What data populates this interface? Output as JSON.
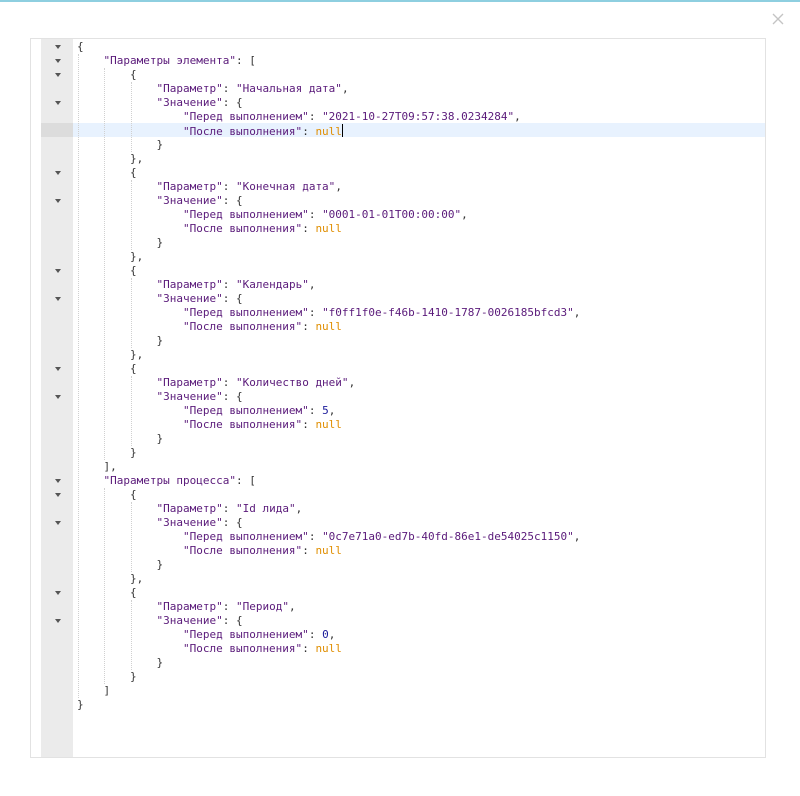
{
  "dialog": {
    "close_icon": "close-icon"
  },
  "editor": {
    "cursor_line": 7,
    "lines": [
      [
        {
          "t": "p",
          "v": "{"
        }
      ],
      [
        {
          "t": "p",
          "v": "    "
        },
        {
          "t": "s",
          "v": "\"Параметры элемента\""
        },
        {
          "t": "p",
          "v": ": ["
        }
      ],
      [
        {
          "t": "p",
          "v": "        {"
        }
      ],
      [
        {
          "t": "p",
          "v": "            "
        },
        {
          "t": "s",
          "v": "\"Параметр\""
        },
        {
          "t": "p",
          "v": ": "
        },
        {
          "t": "s",
          "v": "\"Начальная дата\""
        },
        {
          "t": "p",
          "v": ","
        }
      ],
      [
        {
          "t": "p",
          "v": "            "
        },
        {
          "t": "s",
          "v": "\"Значение\""
        },
        {
          "t": "p",
          "v": ": {"
        }
      ],
      [
        {
          "t": "p",
          "v": "                "
        },
        {
          "t": "s",
          "v": "\"Перед выполнением\""
        },
        {
          "t": "p",
          "v": ": "
        },
        {
          "t": "s",
          "v": "\"2021-10-27T09:57:38.0234284\""
        },
        {
          "t": "p",
          "v": ","
        }
      ],
      [
        {
          "t": "p",
          "v": "                "
        },
        {
          "t": "s",
          "v": "\"После выполнения\""
        },
        {
          "t": "p",
          "v": ": "
        },
        {
          "t": "k",
          "v": "null"
        }
      ],
      [
        {
          "t": "p",
          "v": "            }"
        }
      ],
      [
        {
          "t": "p",
          "v": "        },"
        }
      ],
      [
        {
          "t": "p",
          "v": "        {"
        }
      ],
      [
        {
          "t": "p",
          "v": "            "
        },
        {
          "t": "s",
          "v": "\"Параметр\""
        },
        {
          "t": "p",
          "v": ": "
        },
        {
          "t": "s",
          "v": "\"Конечная дата\""
        },
        {
          "t": "p",
          "v": ","
        }
      ],
      [
        {
          "t": "p",
          "v": "            "
        },
        {
          "t": "s",
          "v": "\"Значение\""
        },
        {
          "t": "p",
          "v": ": {"
        }
      ],
      [
        {
          "t": "p",
          "v": "                "
        },
        {
          "t": "s",
          "v": "\"Перед выполнением\""
        },
        {
          "t": "p",
          "v": ": "
        },
        {
          "t": "s",
          "v": "\"0001-01-01T00:00:00\""
        },
        {
          "t": "p",
          "v": ","
        }
      ],
      [
        {
          "t": "p",
          "v": "                "
        },
        {
          "t": "s",
          "v": "\"После выполнения\""
        },
        {
          "t": "p",
          "v": ": "
        },
        {
          "t": "k",
          "v": "null"
        }
      ],
      [
        {
          "t": "p",
          "v": "            }"
        }
      ],
      [
        {
          "t": "p",
          "v": "        },"
        }
      ],
      [
        {
          "t": "p",
          "v": "        {"
        }
      ],
      [
        {
          "t": "p",
          "v": "            "
        },
        {
          "t": "s",
          "v": "\"Параметр\""
        },
        {
          "t": "p",
          "v": ": "
        },
        {
          "t": "s",
          "v": "\"Календарь\""
        },
        {
          "t": "p",
          "v": ","
        }
      ],
      [
        {
          "t": "p",
          "v": "            "
        },
        {
          "t": "s",
          "v": "\"Значение\""
        },
        {
          "t": "p",
          "v": ": {"
        }
      ],
      [
        {
          "t": "p",
          "v": "                "
        },
        {
          "t": "s",
          "v": "\"Перед выполнением\""
        },
        {
          "t": "p",
          "v": ": "
        },
        {
          "t": "s",
          "v": "\"f0ff1f0e-f46b-1410-1787-0026185bfcd3\""
        },
        {
          "t": "p",
          "v": ","
        }
      ],
      [
        {
          "t": "p",
          "v": "                "
        },
        {
          "t": "s",
          "v": "\"После выполнения\""
        },
        {
          "t": "p",
          "v": ": "
        },
        {
          "t": "k",
          "v": "null"
        }
      ],
      [
        {
          "t": "p",
          "v": "            }"
        }
      ],
      [
        {
          "t": "p",
          "v": "        },"
        }
      ],
      [
        {
          "t": "p",
          "v": "        {"
        }
      ],
      [
        {
          "t": "p",
          "v": "            "
        },
        {
          "t": "s",
          "v": "\"Параметр\""
        },
        {
          "t": "p",
          "v": ": "
        },
        {
          "t": "s",
          "v": "\"Количество дней\""
        },
        {
          "t": "p",
          "v": ","
        }
      ],
      [
        {
          "t": "p",
          "v": "            "
        },
        {
          "t": "s",
          "v": "\"Значение\""
        },
        {
          "t": "p",
          "v": ": {"
        }
      ],
      [
        {
          "t": "p",
          "v": "                "
        },
        {
          "t": "s",
          "v": "\"Перед выполнением\""
        },
        {
          "t": "p",
          "v": ": "
        },
        {
          "t": "n",
          "v": "5"
        },
        {
          "t": "p",
          "v": ","
        }
      ],
      [
        {
          "t": "p",
          "v": "                "
        },
        {
          "t": "s",
          "v": "\"После выполнения\""
        },
        {
          "t": "p",
          "v": ": "
        },
        {
          "t": "k",
          "v": "null"
        }
      ],
      [
        {
          "t": "p",
          "v": "            }"
        }
      ],
      [
        {
          "t": "p",
          "v": "        }"
        }
      ],
      [
        {
          "t": "p",
          "v": "    ],"
        }
      ],
      [
        {
          "t": "p",
          "v": "    "
        },
        {
          "t": "s",
          "v": "\"Параметры процесса\""
        },
        {
          "t": "p",
          "v": ": ["
        }
      ],
      [
        {
          "t": "p",
          "v": "        {"
        }
      ],
      [
        {
          "t": "p",
          "v": "            "
        },
        {
          "t": "s",
          "v": "\"Параметр\""
        },
        {
          "t": "p",
          "v": ": "
        },
        {
          "t": "s",
          "v": "\"Id лида\""
        },
        {
          "t": "p",
          "v": ","
        }
      ],
      [
        {
          "t": "p",
          "v": "            "
        },
        {
          "t": "s",
          "v": "\"Значение\""
        },
        {
          "t": "p",
          "v": ": {"
        }
      ],
      [
        {
          "t": "p",
          "v": "                "
        },
        {
          "t": "s",
          "v": "\"Перед выполнением\""
        },
        {
          "t": "p",
          "v": ": "
        },
        {
          "t": "s",
          "v": "\"0c7e71a0-ed7b-40fd-86e1-de54025c1150\""
        },
        {
          "t": "p",
          "v": ","
        }
      ],
      [
        {
          "t": "p",
          "v": "                "
        },
        {
          "t": "s",
          "v": "\"После выполнения\""
        },
        {
          "t": "p",
          "v": ": "
        },
        {
          "t": "k",
          "v": "null"
        }
      ],
      [
        {
          "t": "p",
          "v": "            }"
        }
      ],
      [
        {
          "t": "p",
          "v": "        },"
        }
      ],
      [
        {
          "t": "p",
          "v": "        {"
        }
      ],
      [
        {
          "t": "p",
          "v": "            "
        },
        {
          "t": "s",
          "v": "\"Параметр\""
        },
        {
          "t": "p",
          "v": ": "
        },
        {
          "t": "s",
          "v": "\"Период\""
        },
        {
          "t": "p",
          "v": ","
        }
      ],
      [
        {
          "t": "p",
          "v": "            "
        },
        {
          "t": "s",
          "v": "\"Значение\""
        },
        {
          "t": "p",
          "v": ": {"
        }
      ],
      [
        {
          "t": "p",
          "v": "                "
        },
        {
          "t": "s",
          "v": "\"Перед выполнением\""
        },
        {
          "t": "p",
          "v": ": "
        },
        {
          "t": "n",
          "v": "0"
        },
        {
          "t": "p",
          "v": ","
        }
      ],
      [
        {
          "t": "p",
          "v": "                "
        },
        {
          "t": "s",
          "v": "\"После выполнения\""
        },
        {
          "t": "p",
          "v": ": "
        },
        {
          "t": "k",
          "v": "null"
        }
      ],
      [
        {
          "t": "p",
          "v": "            }"
        }
      ],
      [
        {
          "t": "p",
          "v": "        }"
        }
      ],
      [
        {
          "t": "p",
          "v": "    ]"
        }
      ],
      [
        {
          "t": "p",
          "v": "}"
        }
      ]
    ],
    "fold_lines": [
      0,
      1,
      2,
      4,
      9,
      11,
      16,
      18,
      23,
      25,
      31,
      32,
      34,
      39,
      41
    ]
  }
}
